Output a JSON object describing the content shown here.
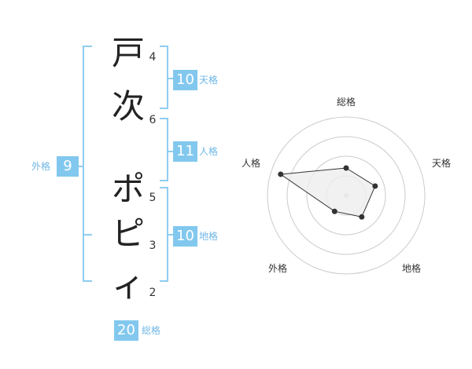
{
  "name": {
    "characters": [
      {
        "char": "戸",
        "strokes": "4"
      },
      {
        "char": "次",
        "strokes": "6"
      },
      {
        "char": "ポ",
        "strokes": "5"
      },
      {
        "char": "ピ",
        "strokes": "3"
      },
      {
        "char": "ィ",
        "strokes": "2"
      }
    ]
  },
  "kaku": {
    "tenkaku": {
      "label": "天格",
      "value": "10"
    },
    "jinkaku": {
      "label": "人格",
      "value": "11"
    },
    "chikaku": {
      "label": "地格",
      "value": "10"
    },
    "gaikaku": {
      "label": "外格",
      "value": "9"
    },
    "soukaku": {
      "label": "総格",
      "value": "20"
    }
  },
  "chart_data": {
    "type": "radar",
    "axes": [
      "総格",
      "天格",
      "地格",
      "外格",
      "人格"
    ],
    "values": [
      1.4,
      1.55,
      1.35,
      1.0,
      3.5
    ],
    "range": [
      0,
      4
    ],
    "rings": 4,
    "colors": {
      "fill": "#eeeeee",
      "stroke": "#333333",
      "grid": "#cccccc",
      "center": "#cccccc"
    }
  },
  "colors": {
    "accent": "#82c8ee",
    "bracket": "#8fcdf0"
  }
}
